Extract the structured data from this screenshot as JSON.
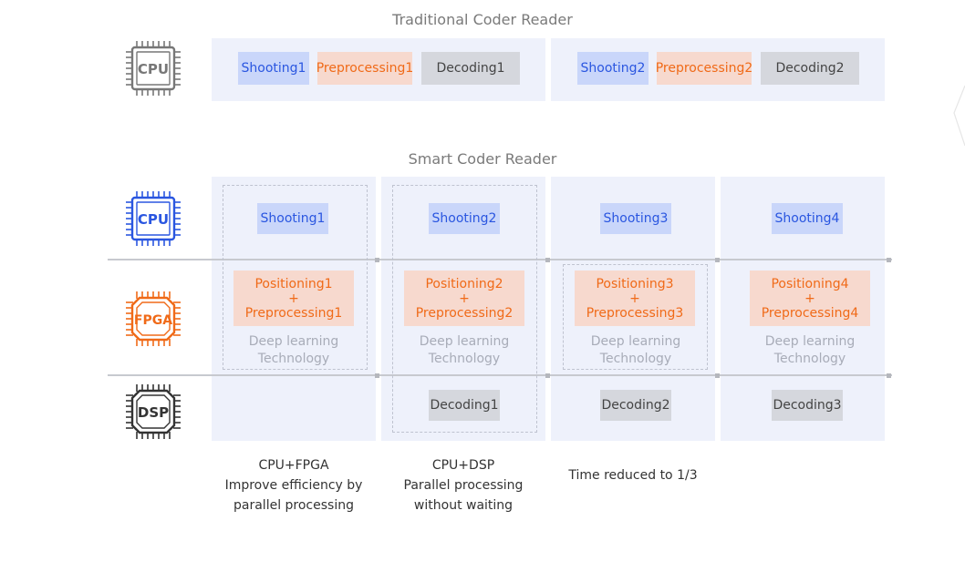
{
  "traditional": {
    "title": "Traditional Coder Reader",
    "cpu_label": "CPU",
    "groups": [
      {
        "shooting": "Shooting1",
        "preprocessing": "Preprocessing1",
        "decoding": "Decoding1"
      },
      {
        "shooting": "Shooting2",
        "preprocessing": "Preprocessing2",
        "decoding": "Decoding2"
      }
    ]
  },
  "smart": {
    "title": "Smart Coder Reader",
    "chips": {
      "cpu": "CPU",
      "fpga": "FPGA",
      "dsp": "DSP"
    },
    "plus": "+",
    "columns": [
      {
        "shooting": "Shooting1",
        "positioning": "Positioning1",
        "preprocessing": "Preprocessing1",
        "deep1": "Deep learning",
        "deep2": "Technology",
        "decoding": ""
      },
      {
        "shooting": "Shooting2",
        "positioning": "Positioning2",
        "preprocessing": "Preprocessing2",
        "deep1": "Deep learning",
        "deep2": "Technology",
        "decoding": "Decoding1"
      },
      {
        "shooting": "Shooting3",
        "positioning": "Positioning3",
        "preprocessing": "Preprocessing3",
        "deep1": "Deep learning",
        "deep2": "Technology",
        "decoding": "Decoding2"
      },
      {
        "shooting": "Shooting4",
        "positioning": "Positioning4",
        "preprocessing": "Preprocessing4",
        "deep1": "Deep learning",
        "deep2": "Technology",
        "decoding": "Decoding3"
      }
    ],
    "captions": [
      [
        "CPU+FPGA",
        "Improve efficiency by",
        "parallel processing"
      ],
      [
        "CPU+DSP",
        "Parallel processing",
        "without waiting"
      ],
      [
        "Time reduced to 1/3"
      ]
    ]
  },
  "colors": {
    "blue": "#2a56e0",
    "orange": "#f06a18",
    "gray": "#444444",
    "panel": "#eef1fb"
  }
}
